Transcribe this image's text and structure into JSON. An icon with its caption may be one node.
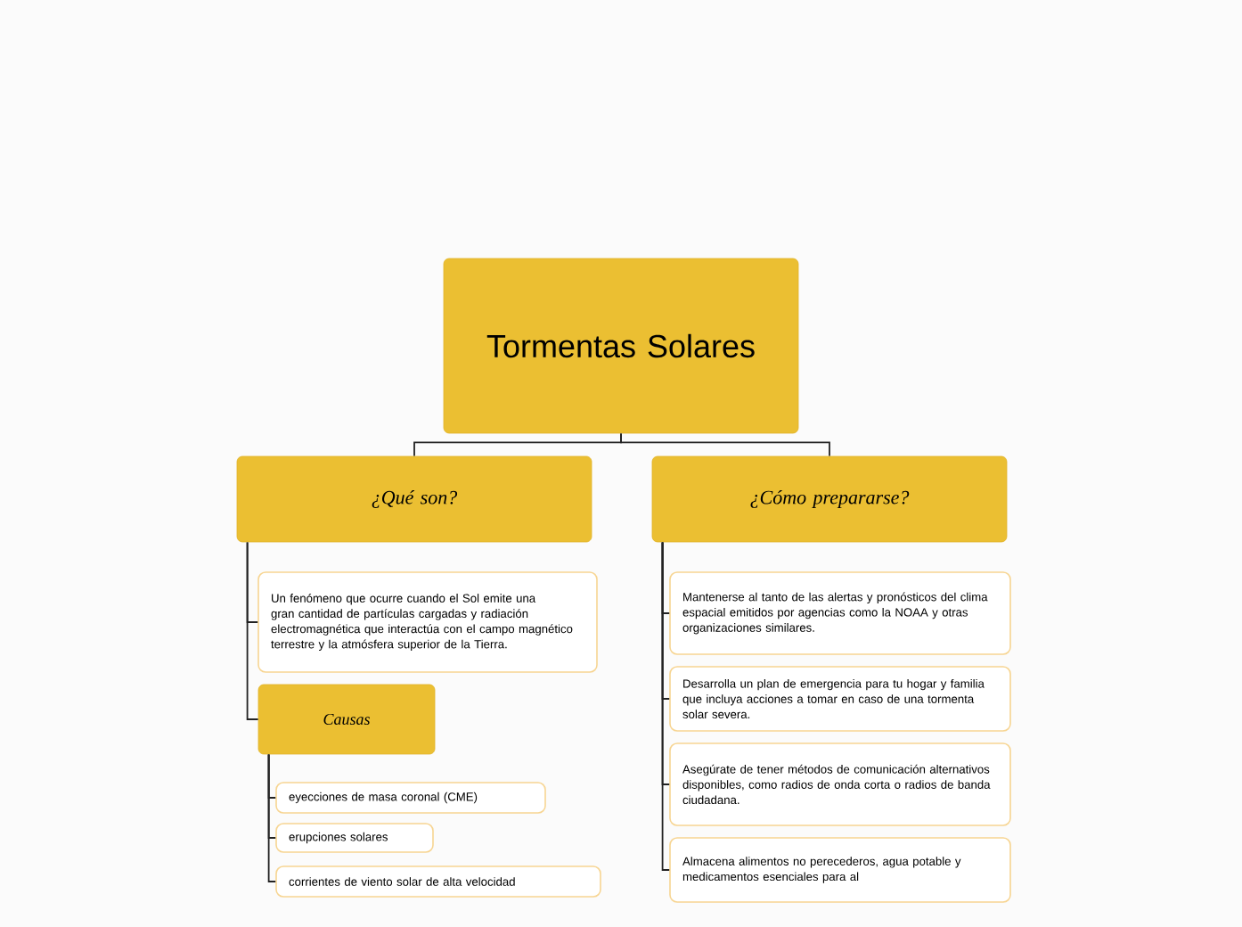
{
  "diagram": {
    "nodes": [
      {
        "text": [
          "Tormentas Solares"
        ]
      },
      {
        "text": [
          "¿Qué son?"
        ]
      },
      {
        "text": [
          "¿Cómo prepararse?"
        ]
      },
      {
        "text": [
          "Un fenómeno que ocurre cuando el Sol emite una gran cantidad de partículas cargadas y radiación electromagnética que interactúa con el campo magnético terrestre y la atmósfera superior de la Tierra."
        ]
      },
      {
        "text": [
          "Causas"
        ]
      },
      {
        "text": [
          "eyecciones de masa coronal (CME)"
        ]
      },
      {
        "text": [
          "erupciones solares"
        ]
      },
      {
        "text": [
          "corrientes de viento solar de alta velocidad"
        ]
      },
      {
        "text": [
          "Mantenerse al tanto de las alertas y pronósticos del clima espacial emitidos por agencias como la NOAA y otras organizaciones similares."
        ]
      },
      {
        "text": [
          "Desarrolla un plan de emergencia para tu hogar y familia que incluya acciones a tomar en caso de una tormenta solar severa."
        ]
      },
      {
        "text": [
          "Asegúrate de tener métodos de comunicación alternativos disponibles, como radios de onda corta o radios de banda ciudadana."
        ]
      },
      {
        "text": [
          "Almacena alimentos no perecederos, agua potable y medicamentos esenciales para al"
        ]
      }
    ],
    "edges": [
      {
        "from": 0,
        "to": 1,
        "arrow": "none"
      },
      {
        "from": 0,
        "to": 2,
        "arrow": "none"
      },
      {
        "from": 1,
        "to": 3,
        "arrow": "none"
      },
      {
        "from": 1,
        "to": 4,
        "arrow": "none"
      },
      {
        "from": 4,
        "to": 5,
        "arrow": "none"
      },
      {
        "from": 4,
        "to": 6,
        "arrow": "none"
      },
      {
        "from": 4,
        "to": 7,
        "arrow": "none"
      },
      {
        "from": 2,
        "to": 8,
        "arrow": "none"
      },
      {
        "from": 2,
        "to": 9,
        "arrow": "none"
      },
      {
        "from": 2,
        "to": 10,
        "arrow": "none"
      },
      {
        "from": 2,
        "to": 11,
        "arrow": "none"
      }
    ]
  }
}
